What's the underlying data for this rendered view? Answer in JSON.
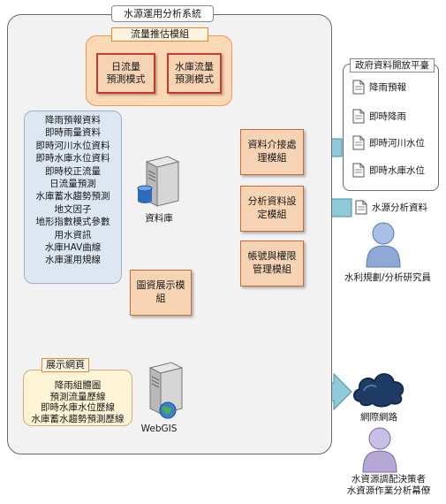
{
  "system": {
    "title": "水源運用分析系統"
  },
  "flow_module": {
    "title": "流量推估模組",
    "daily": "日流量\n預測模式",
    "reservoir": "水庫流量\n預測模式"
  },
  "data_items": [
    "降雨預報資料",
    "即時雨量資料",
    "即時河川水位資料",
    "即時水庫水位資料",
    "即時校正流量",
    "日流量預測",
    "水庫蓄水趨勢預測",
    "地文因子",
    "地形指數模式參數",
    "用水資訊",
    "水庫HAV曲線",
    "水庫運用規線"
  ],
  "database": {
    "label": "資料庫"
  },
  "interface_module": {
    "label": "資料介接處\n理模組"
  },
  "analysis_module": {
    "label": "分析資料設\n定模組"
  },
  "account_module": {
    "label": "帳號與權限\n管理模組"
  },
  "map_module": {
    "label": "圖資展示模\n組"
  },
  "gov_platform": {
    "title": "政府資料開放平臺",
    "items": [
      "降雨預報",
      "即時降雨",
      "即時河川水位",
      "即時水庫水位"
    ]
  },
  "water_analysis_data": {
    "label": "水源分析資料"
  },
  "researcher": {
    "label": "水利規劃/分析研究員"
  },
  "display_page": {
    "title": "展示網頁",
    "lines": [
      "降雨組體圖",
      "預測流量歷線",
      "即時水庫水位歷線",
      "水庫蓄水趨勢預測歷線"
    ]
  },
  "webgis": {
    "label": "WebGIS"
  },
  "internet": {
    "label": "網際網路"
  },
  "decision_makers": {
    "label": "水資源調配決策者\n水資源作業分析幕僚"
  },
  "colors": {
    "arrow_fill": "#8fcad8",
    "arrow_stroke": "#4a8fa3",
    "module_fill": "#f6d3b3",
    "module_border": "#c73a2a",
    "data_panel": "#dde7f2",
    "flow_group": "#fbd9b5"
  },
  "icons": [
    "document-icon",
    "database-server-icon",
    "webgis-server-icon",
    "cloud-icon",
    "person-icon"
  ]
}
